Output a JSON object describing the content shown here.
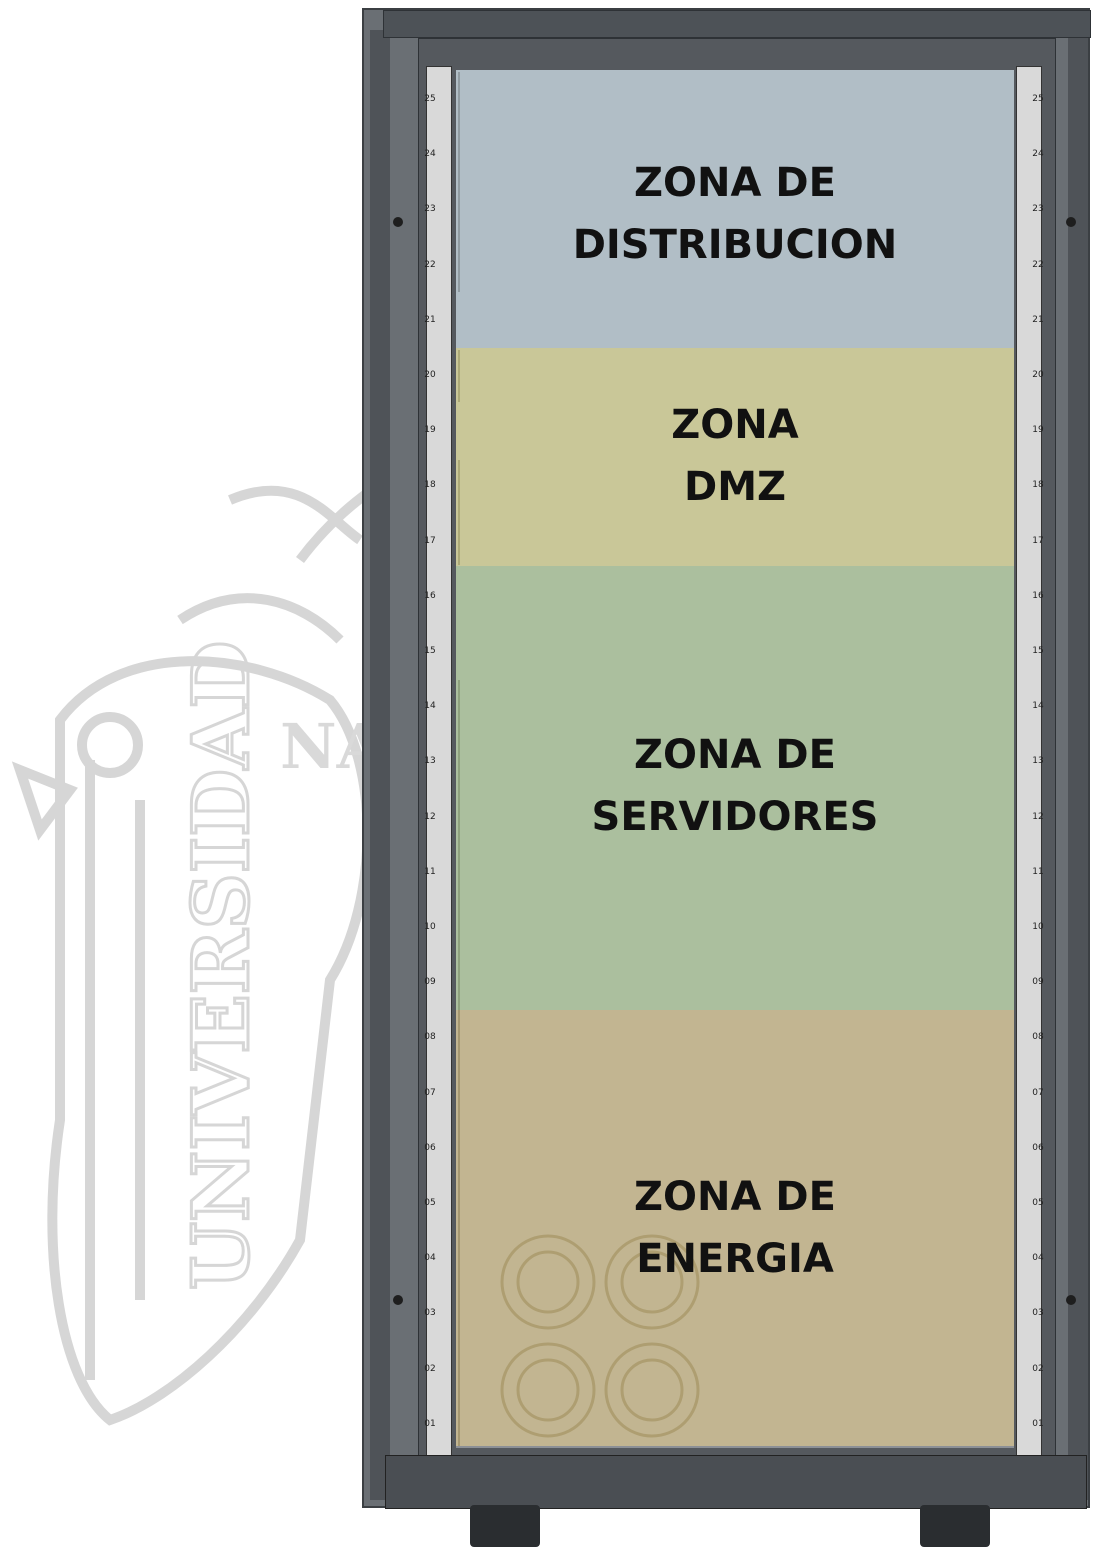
{
  "zones": [
    {
      "id": "distribucion",
      "lines": [
        "ZONA DE",
        "DISTRIBUCION"
      ],
      "color": "#cfe3ee"
    },
    {
      "id": "dmz",
      "lines": [
        "ZONA",
        "DMZ"
      ],
      "color": "#f2ec9a"
    },
    {
      "id": "servidores",
      "lines": [
        "ZONA DE",
        "SERVIDORES"
      ],
      "color": "#bfe0a4"
    },
    {
      "id": "energia",
      "lines": [
        "ZONA DE",
        "ENERGIA"
      ],
      "color": "#e6cf8e"
    }
  ],
  "rack_units": [
    "25",
    "24",
    "23",
    "22",
    "21",
    "20",
    "19",
    "18",
    "17",
    "16",
    "15",
    "14",
    "13",
    "12",
    "11",
    "10",
    "09",
    "08",
    "07",
    "06",
    "05",
    "04",
    "03",
    "02",
    "01"
  ],
  "watermark": {
    "text": "UNIVERSIDAD NACIONAL"
  }
}
